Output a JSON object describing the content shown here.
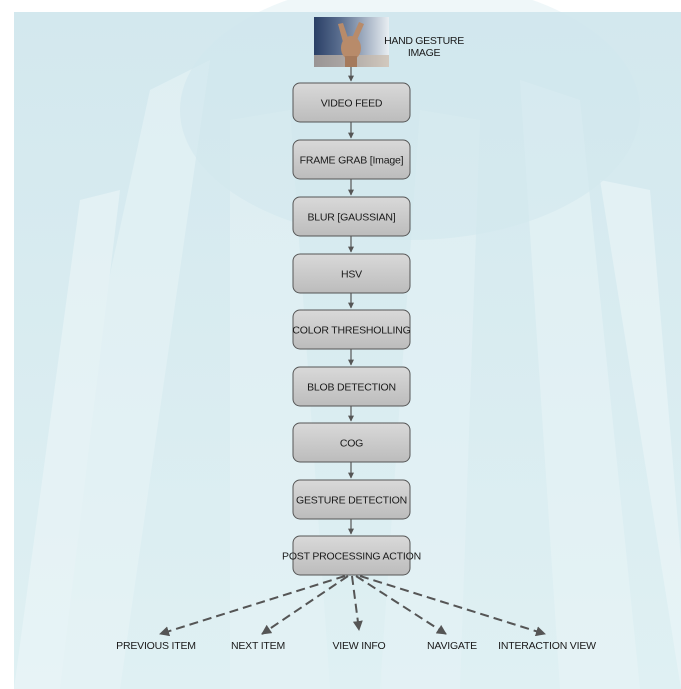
{
  "image_caption": [
    "HAND GESTURE",
    "IMAGE"
  ],
  "pipeline": [
    "VIDEO FEED",
    "FRAME GRAB [Image]",
    "BLUR [GAUSSIAN]",
    "HSV",
    "COLOR THRESHOLLING",
    "BLOB DETECTION",
    "COG",
    "GESTURE DETECTION",
    "POST PROCESSING ACTION"
  ],
  "outputs": [
    "PREVIOUS ITEM",
    "NEXT ITEM",
    "VIEW INFO",
    "NAVIGATE",
    "INTERACTION VIEW"
  ],
  "colors": {
    "panel_bg": "#dcedf1",
    "node_fill": "#c7c7c7",
    "node_stroke": "#555555",
    "arrow": "#555555"
  },
  "icons": {
    "input_photo": "hand-gesture-photo"
  }
}
